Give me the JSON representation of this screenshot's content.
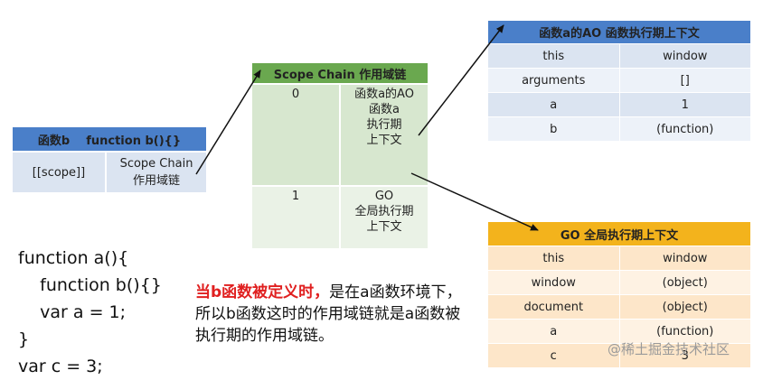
{
  "table_b": {
    "header": "函数b    function b(){}",
    "key": "[[scope]]",
    "value_line1": "Scope Chain",
    "value_line2": "作用域链"
  },
  "scope_chain": {
    "header": "Scope Chain 作用域链",
    "rows": [
      {
        "index": "0",
        "lines": [
          "函数a的AO",
          "函数a",
          "执行期",
          "上下文"
        ]
      },
      {
        "index": "1",
        "lines": [
          "GO",
          "全局执行期",
          "上下文"
        ]
      }
    ]
  },
  "ao_table": {
    "header": "函数a的AO 函数执行期上下文",
    "rows": [
      {
        "key": "this",
        "value": "window"
      },
      {
        "key": "arguments",
        "value": "[]"
      },
      {
        "key": "a",
        "value": "1"
      },
      {
        "key": "b",
        "value": "(function)"
      }
    ]
  },
  "go_table": {
    "header": "GO 全局执行期上下文",
    "rows": [
      {
        "key": "this",
        "value": "window"
      },
      {
        "key": "window",
        "value": "(object)"
      },
      {
        "key": "document",
        "value": "(object)"
      },
      {
        "key": "a",
        "value": "(function)"
      },
      {
        "key": "c",
        "value": "3"
      }
    ]
  },
  "code": {
    "lines": [
      "function a(){",
      "    function b(){}",
      "    var a = 1;",
      "}",
      "var c = 3;"
    ]
  },
  "explanation": {
    "highlight": "当b函数被定义时，",
    "rest": "是在a函数环境下，所以b函数这时的作用域链就是a函数被执行期的作用域链。"
  },
  "watermark": "@稀土掘金技术社区",
  "colors": {
    "blue_header": "#4a7fc9",
    "green_header": "#6aa84f",
    "orange_header": "#f3b31c",
    "highlight_red": "#e02020"
  }
}
